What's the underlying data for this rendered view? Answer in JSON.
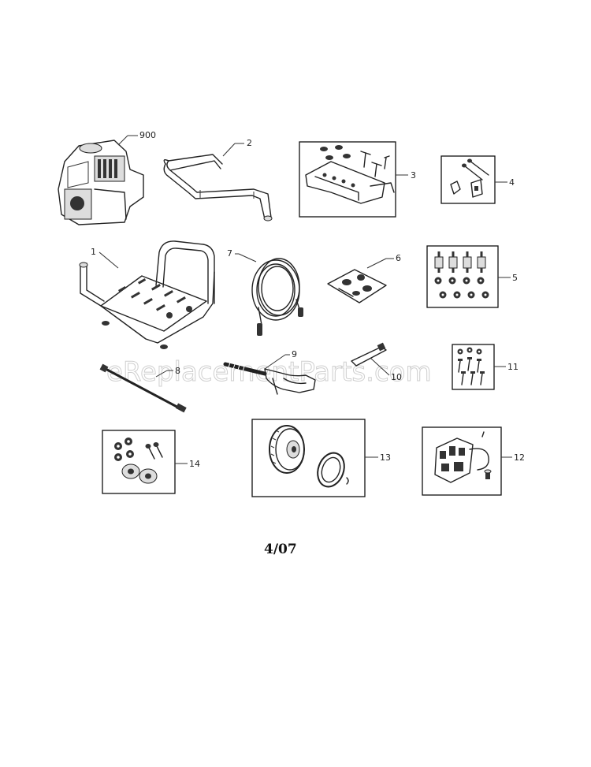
{
  "diagram": {
    "parts": [
      {
        "id": "engine",
        "label": "900"
      },
      {
        "id": "handle",
        "label": "2"
      },
      {
        "id": "bracket-kit",
        "label": "3"
      },
      {
        "id": "bolt-kit",
        "label": "4"
      },
      {
        "id": "frame",
        "label": "1"
      },
      {
        "id": "hose",
        "label": "7"
      },
      {
        "id": "decal-kit",
        "label": "6"
      },
      {
        "id": "mount-kit",
        "label": "5"
      },
      {
        "id": "wand",
        "label": "8"
      },
      {
        "id": "spray-gun",
        "label": "9"
      },
      {
        "id": "nozzle",
        "label": "10"
      },
      {
        "id": "screw-kit",
        "label": "11"
      },
      {
        "id": "axle-kit",
        "label": "14"
      },
      {
        "id": "wheel-kit",
        "label": "13"
      },
      {
        "id": "pump",
        "label": "12"
      }
    ],
    "watermark": "eReplacementParts.com",
    "footer": "4/07"
  }
}
